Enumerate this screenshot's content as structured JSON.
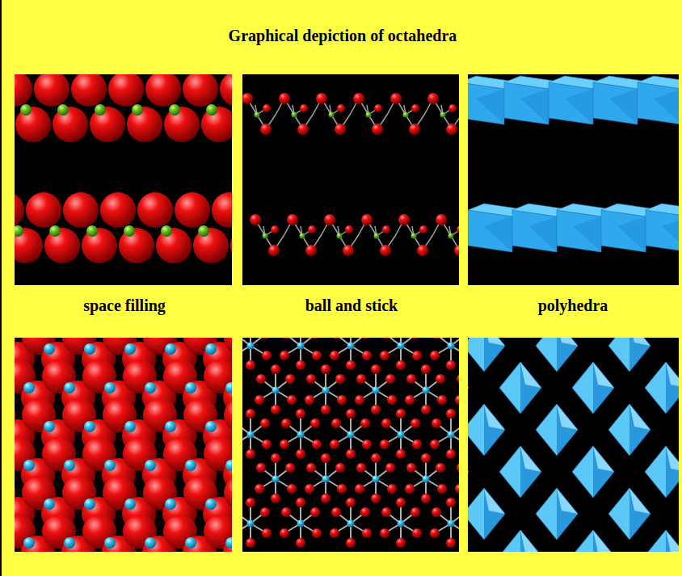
{
  "diagram": {
    "title": "Graphical depiction of octahedra",
    "labels": [
      "space filling",
      "ball and stick",
      "polyhedra"
    ]
  }
}
